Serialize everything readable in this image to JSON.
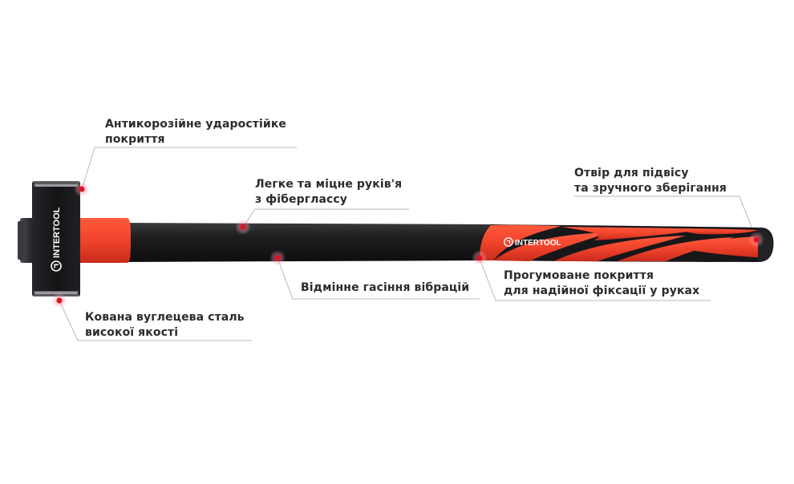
{
  "brand": {
    "logo_text": "INTERTOOL",
    "colors": {
      "accent": "#f0432c",
      "handle": "#1c1c1e",
      "head": "#18181a",
      "text": "#2b2b2b",
      "marker": "#e0122a",
      "leader_line": "#b9b9b9"
    }
  },
  "callouts": {
    "coating": {
      "line1": "Антикорозійне ударостійке",
      "line2": "покриття"
    },
    "handle": {
      "line1": "Легке та міцне руків'я",
      "line2": "з фіберглассу"
    },
    "hole": {
      "line1": "Отвір для підвісу",
      "line2": "та зручного зберігання"
    },
    "steel": {
      "line1": "Кована вуглецева сталь",
      "line2": "високої якості"
    },
    "vibration": {
      "line1": "Відмінне гасіння вібрацій"
    },
    "grip": {
      "line1": "Прогумоване покриття",
      "line2": "для надійної фіксації у руках"
    }
  },
  "icons": {
    "marker": "hotspot-dot-icon",
    "logo": "intertool-logo-icon"
  }
}
